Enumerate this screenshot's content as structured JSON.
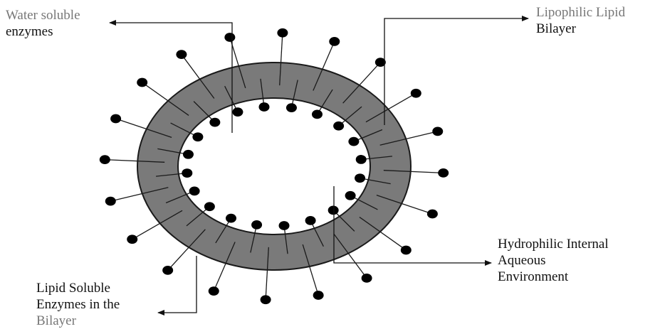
{
  "labels": {
    "water_soluble": [
      "Water soluble",
      "enzymes"
    ],
    "lipophilic": [
      "Lipophilic Lipid",
      "Bilayer"
    ],
    "hydrophilic": [
      "Hydrophilic Internal",
      "Aqueous",
      "Environment"
    ],
    "lipid_soluble": [
      "Lipid Soluble",
      "Enzymes in the",
      "Bilayer"
    ]
  },
  "colors": {
    "bilayer_fill": "#7a7a7a",
    "outline": "#1a1a1a",
    "head": "#000000",
    "background": "#ffffff"
  }
}
